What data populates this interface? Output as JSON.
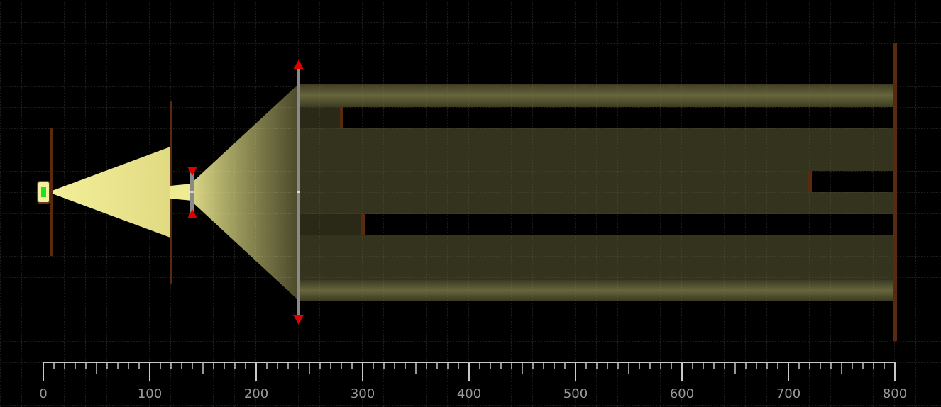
{
  "colors": {
    "background": "#000000",
    "grid": "#3a3a3a",
    "beam": "#f2ee94",
    "blocker": "#5a2a0f",
    "lens": "#8a8a8a",
    "handle": "#e00000",
    "laser_body": "#f5f0a0",
    "laser_core": "#22e022",
    "ruler": "#c8c8c8",
    "ruler_text": "#9a9a9a"
  },
  "ruler": {
    "min": 0,
    "max": 800,
    "major_step": 100,
    "minor_step": 10,
    "labels": [
      "0",
      "100",
      "200",
      "300",
      "400",
      "500",
      "600",
      "700",
      "800"
    ]
  },
  "scene": {
    "source": {
      "name": "laser-source",
      "position": 0
    },
    "lenses": [
      {
        "name": "diverging-lens",
        "position": 140,
        "type": "diverging"
      },
      {
        "name": "converging-lens",
        "position": 240,
        "type": "converging"
      }
    ],
    "blockers": [
      {
        "name": "blocker-near-source",
        "position": 8
      },
      {
        "name": "aperture-blocker",
        "position": 120
      },
      {
        "name": "blocker-280",
        "position": 280
      },
      {
        "name": "blocker-300",
        "position": 300
      },
      {
        "name": "blocker-720",
        "position": 720
      },
      {
        "name": "screen-800",
        "position": 800
      }
    ]
  }
}
